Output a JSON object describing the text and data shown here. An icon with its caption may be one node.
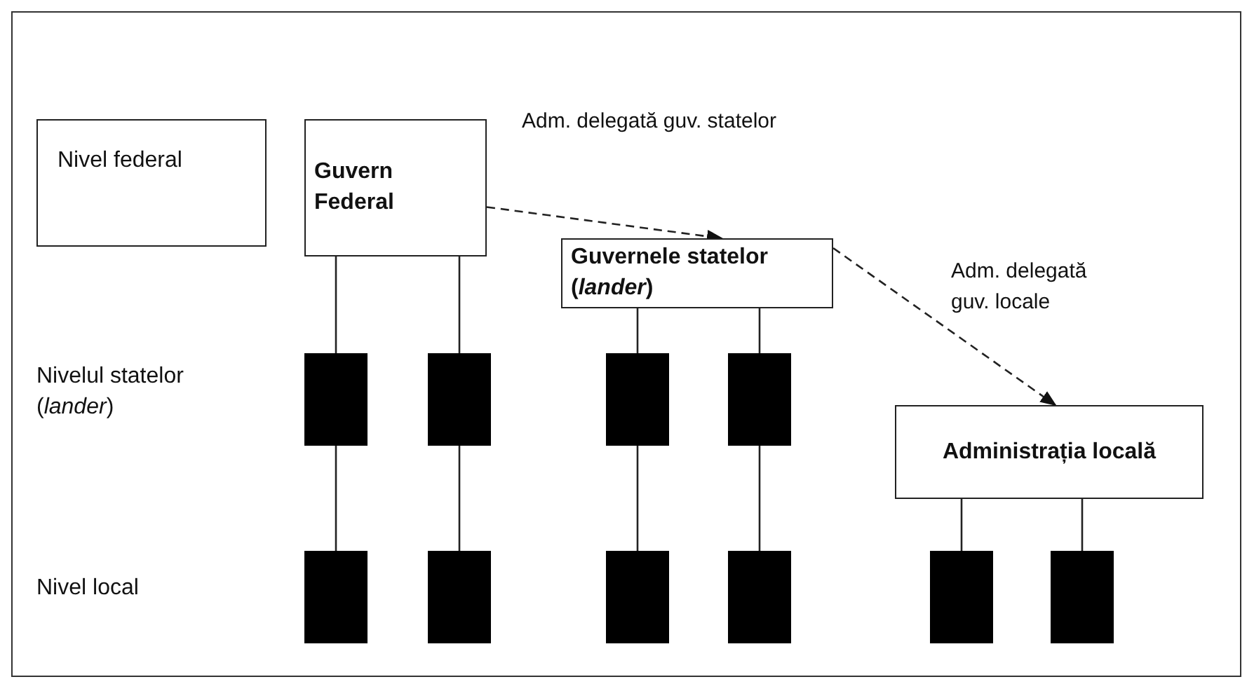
{
  "diagram": {
    "nodes": [
      {
        "text": [
          "Nivel federal"
        ]
      },
      {
        "text": [
          "Guvern Federal"
        ]
      },
      {
        "text": [
          "Guvernele statelor (*lander*)"
        ]
      },
      {
        "text": [
          "Administrația locală"
        ]
      },
      {
        "text": [],
        "shape": "box"
      },
      {
        "text": [],
        "shape": "box"
      },
      {
        "text": [],
        "shape": "box"
      },
      {
        "text": [],
        "shape": "box"
      },
      {
        "text": [],
        "shape": "box"
      },
      {
        "text": [],
        "shape": "box"
      },
      {
        "text": [],
        "shape": "box"
      },
      {
        "text": [],
        "shape": "box"
      },
      {
        "text": [],
        "shape": "box"
      },
      {
        "text": [],
        "shape": "box"
      }
    ],
    "edges": [
      {
        "from": 1,
        "to": 2,
        "arrow": "to",
        "label": "Adm. delegată guv. statelor",
        "style": "dashed"
      },
      {
        "from": 2,
        "to": 3,
        "arrow": "to",
        "label": "Adm. delegată guv. locale",
        "style": "dashed"
      },
      {
        "from": 1,
        "to": 4,
        "arrow": "none"
      },
      {
        "from": 1,
        "to": 5,
        "arrow": "none"
      },
      {
        "from": 2,
        "to": 6,
        "arrow": "none"
      },
      {
        "from": 2,
        "to": 7,
        "arrow": "none"
      },
      {
        "from": 4,
        "to": 8,
        "arrow": "none"
      },
      {
        "from": 5,
        "to": 9,
        "arrow": "none"
      },
      {
        "from": 6,
        "to": 10,
        "arrow": "none"
      },
      {
        "from": 7,
        "to": 11,
        "arrow": "none"
      },
      {
        "from": 3,
        "to": 12,
        "arrow": "none"
      },
      {
        "from": 3,
        "to": 13,
        "arrow": "none"
      }
    ],
    "labels": [
      "Nivelul statelor (*lander*)",
      "Nivel local"
    ]
  }
}
